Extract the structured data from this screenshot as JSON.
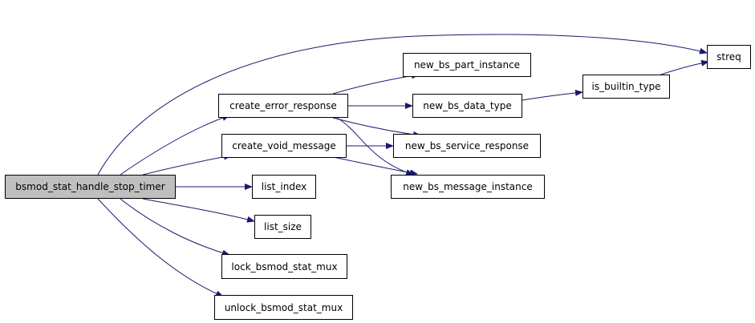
{
  "colors": {
    "edge": "#191970",
    "root_fill": "#bfbfbf",
    "node_fill": "#ffffff",
    "node_border": "#000000"
  },
  "nodes": {
    "root": "bsmod_stat_handle_stop_timer",
    "create_error_response": "create_error_response",
    "create_void_message": "create_void_message",
    "list_index": "list_index",
    "list_size": "list_size",
    "lock_bsmod_stat_mux": "lock_bsmod_stat_mux",
    "unlock_bsmod_stat_mux": "unlock_bsmod_stat_mux",
    "streq": "streq",
    "new_bs_part_instance": "new_bs_part_instance",
    "new_bs_data_type": "new_bs_data_type",
    "is_builtin_type": "is_builtin_type",
    "new_bs_service_response": "new_bs_service_response",
    "new_bs_message_instance": "new_bs_message_instance"
  },
  "edges": [
    {
      "from": "bsmod_stat_handle_stop_timer",
      "to": "create_error_response"
    },
    {
      "from": "bsmod_stat_handle_stop_timer",
      "to": "create_void_message"
    },
    {
      "from": "bsmod_stat_handle_stop_timer",
      "to": "list_index"
    },
    {
      "from": "bsmod_stat_handle_stop_timer",
      "to": "list_size"
    },
    {
      "from": "bsmod_stat_handle_stop_timer",
      "to": "lock_bsmod_stat_mux"
    },
    {
      "from": "bsmod_stat_handle_stop_timer",
      "to": "unlock_bsmod_stat_mux"
    },
    {
      "from": "bsmod_stat_handle_stop_timer",
      "to": "streq"
    },
    {
      "from": "create_error_response",
      "to": "new_bs_part_instance"
    },
    {
      "from": "create_error_response",
      "to": "new_bs_data_type"
    },
    {
      "from": "create_error_response",
      "to": "new_bs_service_response"
    },
    {
      "from": "create_error_response",
      "to": "new_bs_message_instance"
    },
    {
      "from": "create_void_message",
      "to": "new_bs_service_response"
    },
    {
      "from": "create_void_message",
      "to": "new_bs_message_instance"
    },
    {
      "from": "new_bs_data_type",
      "to": "is_builtin_type"
    },
    {
      "from": "is_builtin_type",
      "to": "streq"
    }
  ]
}
